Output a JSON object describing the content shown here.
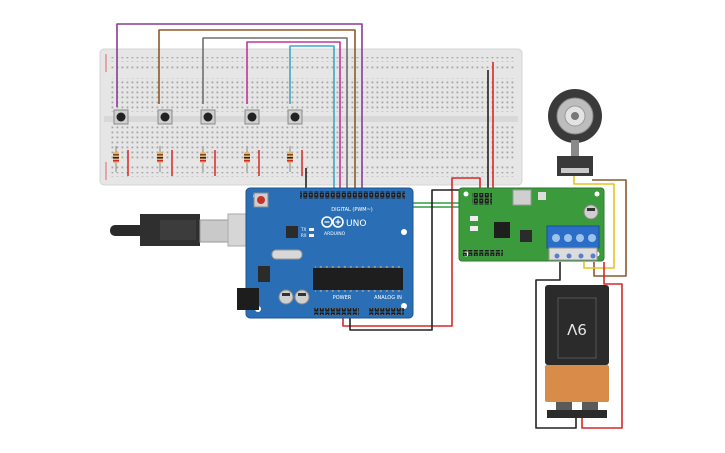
{
  "arduino": {
    "name": "UNO",
    "brand": "ARDUINO",
    "digital_header": "DIGITAL (PWM~)",
    "power_header": "POWER",
    "analog_header": "ANALOG IN",
    "tx": "TX",
    "rx": "RX"
  },
  "battery": {
    "label": "9V"
  },
  "breadboard": {
    "button_count": 5,
    "resistor_count": 5
  },
  "colors": {
    "board_blue": "#2a6fb5",
    "driver_green": "#3a9a3c",
    "breadboard": "#e6e6e6",
    "battery_orange": "#d98c4a",
    "wire_purple": "#8a3b96",
    "wire_brown": "#8b5a2b",
    "wire_gray": "#707070",
    "wire_magenta": "#c3359a",
    "wire_cyan": "#3fa7c3",
    "wire_red": "#d62828",
    "wire_black": "#222222",
    "wire_green": "#2f9e44",
    "wire_yellow": "#e6c41d"
  }
}
